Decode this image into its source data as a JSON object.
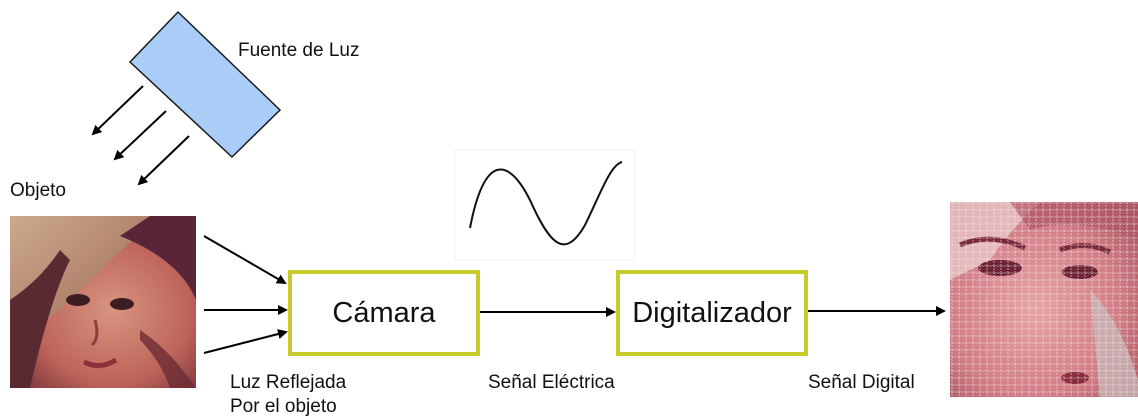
{
  "labels": {
    "light_source": "Fuente de Luz",
    "object": "Objeto",
    "reflected_line1": "Luz Reflejada",
    "reflected_line2": "Por el objeto",
    "electric_signal": "Señal Eléctrica",
    "digital_signal": "Señal Digital"
  },
  "blocks": {
    "camera": "Cámara",
    "digitizer": "Digitalizador"
  },
  "colors": {
    "box_border": "#c7cc2c",
    "light_source_fill": "#a9cdf7",
    "arrow": "#000000"
  }
}
